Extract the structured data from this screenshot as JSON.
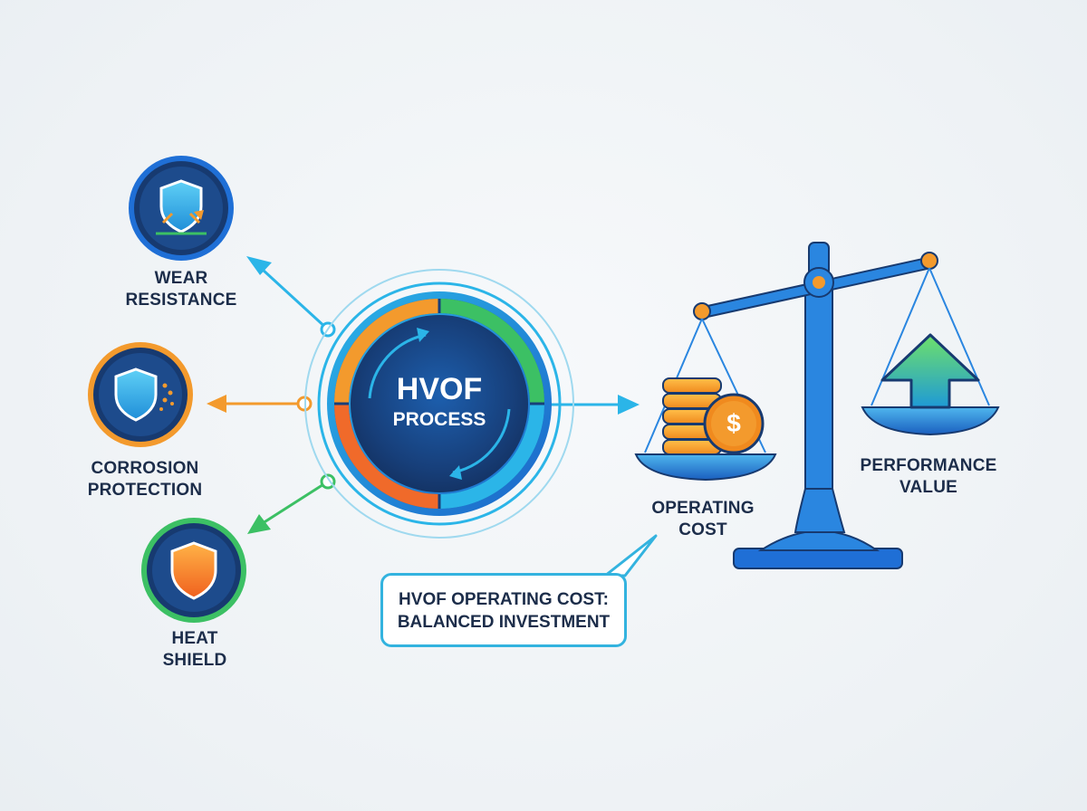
{
  "hub": {
    "title": "HVOF",
    "subtitle": "PROCESS"
  },
  "benefits": [
    {
      "line1": "WEAR",
      "line2": "RESISTANCE",
      "icon": "shield-impact-icon",
      "color": "#2bb5e8"
    },
    {
      "line1": "CORROSION",
      "line2": "PROTECTION",
      "icon": "shield-particles-icon",
      "color": "#f39a2d"
    },
    {
      "line1": "HEAT",
      "line2": "SHIELD",
      "icon": "shield-heat-icon",
      "color": "#3cc064"
    }
  ],
  "scale": {
    "left_label": {
      "line1": "OPERATING",
      "line2": "COST"
    },
    "right_label": {
      "line1": "PERFORMANCE",
      "line2": "VALUE"
    },
    "currency_symbol": "$"
  },
  "callout": {
    "line1": "HVOF OPERATING COST:",
    "line2": "BALANCED INVESTMENT"
  },
  "colors": {
    "navy": "#1c2d4a",
    "blue": "#1f6fd6",
    "cyan": "#2bb5e8",
    "orange": "#f39a2d",
    "green": "#3cc064"
  }
}
